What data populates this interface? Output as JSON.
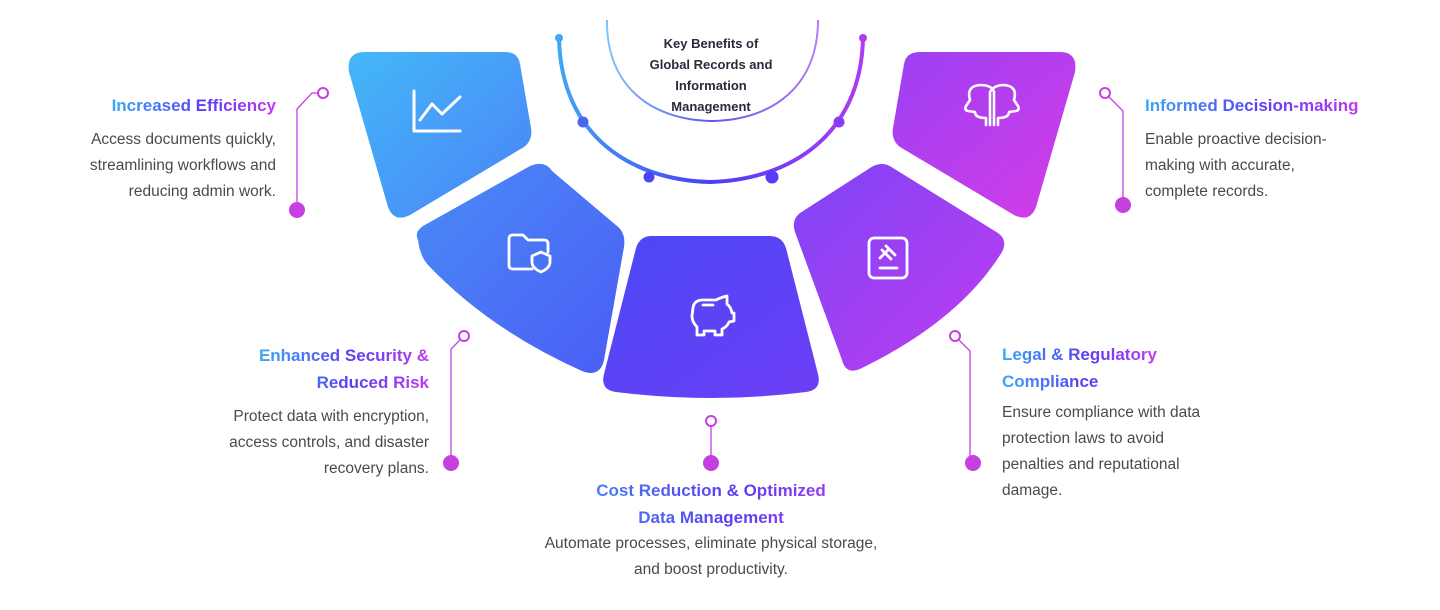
{
  "title": "Key Benefits of\nGlobal Records and\nInformation\nManagement",
  "colors": {
    "blue": "#3fb2f7",
    "indigo": "#4f3df6",
    "purple": "#b23cf4",
    "magenta": "#cc3fe6",
    "text": "#4a4a4a",
    "title": "#2a2a3a"
  },
  "benefits": [
    {
      "icon": "line-chart-icon",
      "heading": "Increased Efficiency",
      "description": "Access documents quickly,\nstreamlining workflows and\nreducing admin work."
    },
    {
      "icon": "folder-shield-icon",
      "heading": "Enhanced Security &\nReduced Risk",
      "description": "Protect data with encryption,\naccess controls, and disaster\nrecovery plans."
    },
    {
      "icon": "piggy-bank-icon",
      "heading": "Cost Reduction & Optimized\nData Management",
      "description": "Automate processes, eliminate physical storage,\nand boost productivity."
    },
    {
      "icon": "gavel-document-icon",
      "heading": "Legal & Regulatory\n Compliance",
      "description": "Ensure compliance with data\nprotection laws to avoid\npenalties and reputational\ndamage."
    },
    {
      "icon": "two-heads-icon",
      "heading": "Informed Decision-making",
      "description": "Enable proactive decision-\nmaking with accurate,\ncomplete records."
    }
  ]
}
